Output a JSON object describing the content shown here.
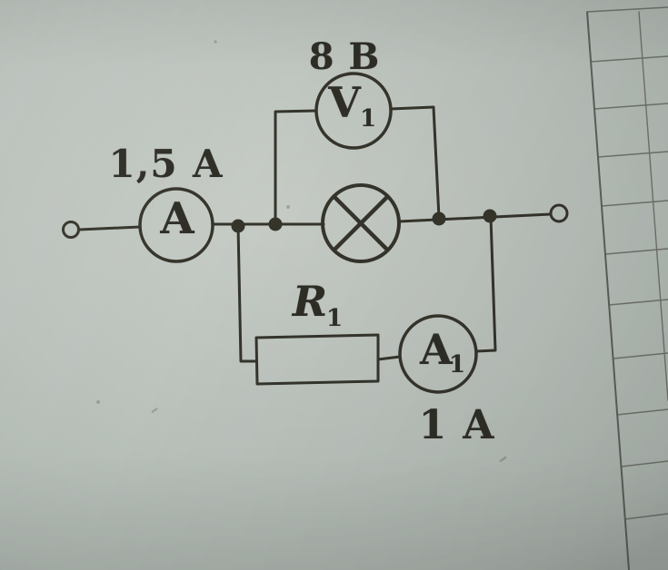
{
  "photo": {
    "subject": "Photographed textbook electric circuit diagram lying on squared notebook paper"
  },
  "circuit": {
    "main_ammeter": {
      "symbol": "А",
      "reading": "1,5 А"
    },
    "voltmeter": {
      "symbol": "V",
      "index": "1",
      "reading": "8 В"
    },
    "resistor": {
      "symbol": "R",
      "index": "1"
    },
    "branch_ammeter": {
      "symbol": "А",
      "index": "1",
      "reading": "1 А"
    }
  },
  "colors": {
    "paper": "#bac1bb",
    "ink": "#35352c",
    "grid_line": "#70746c",
    "page_edge": "#5d615a"
  }
}
